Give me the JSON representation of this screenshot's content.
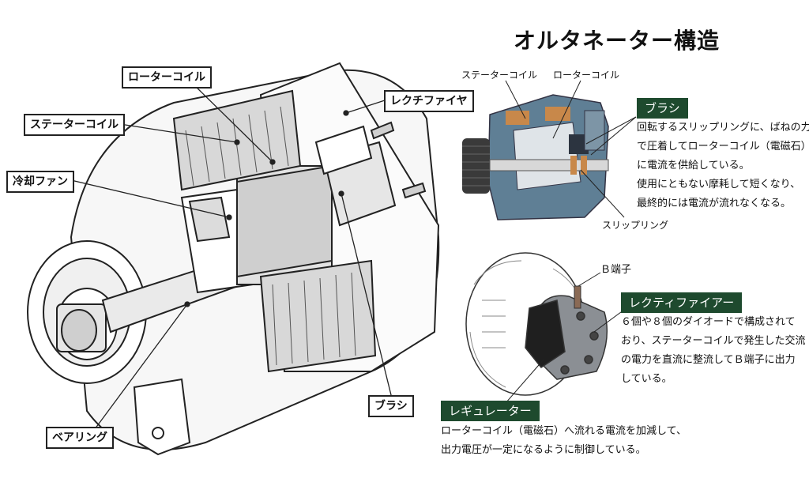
{
  "title": "オルタネーター構造",
  "main_labels": {
    "rotor_coil": "ローターコイル",
    "stator_coil": "ステーターコイル",
    "cooling_fan": "冷却ファン",
    "rectifier": "レクチファイヤ",
    "brush": "ブラシ",
    "bearing": "ベアリング"
  },
  "top_inset": {
    "stator_coil": "ステーターコイル",
    "rotor_coil": "ローターコイル",
    "slip_ring": "スリップリング"
  },
  "bottom_inset": {
    "b_terminal": "Ｂ端子"
  },
  "sections": {
    "brush": {
      "heading": "ブラシ",
      "lines": [
        "回転するスリップリングに、ばねの力",
        "で圧着してローターコイル（電磁石）",
        "に電流を供給している。",
        "使用にともない摩耗して短くなり、",
        "最終的には電流が流れなくなる。"
      ]
    },
    "rectifier": {
      "heading": "レクティファイアー",
      "lines": [
        "６個や８個のダイオードで構成されて",
        "おり、ステーターコイルで発生した交流",
        "の電力を直流に整流してＢ端子に出力",
        "している。"
      ]
    },
    "regulator": {
      "heading": "レギュレーター",
      "lines": [
        "ローターコイル（電磁石）へ流れる電流を加減して、",
        "出力電圧が一定になるように制御している。"
      ]
    }
  },
  "colors": {
    "heading_bg": "#1e4a2e",
    "inset_body": "#5f7f95",
    "copper": "#c8884a"
  }
}
